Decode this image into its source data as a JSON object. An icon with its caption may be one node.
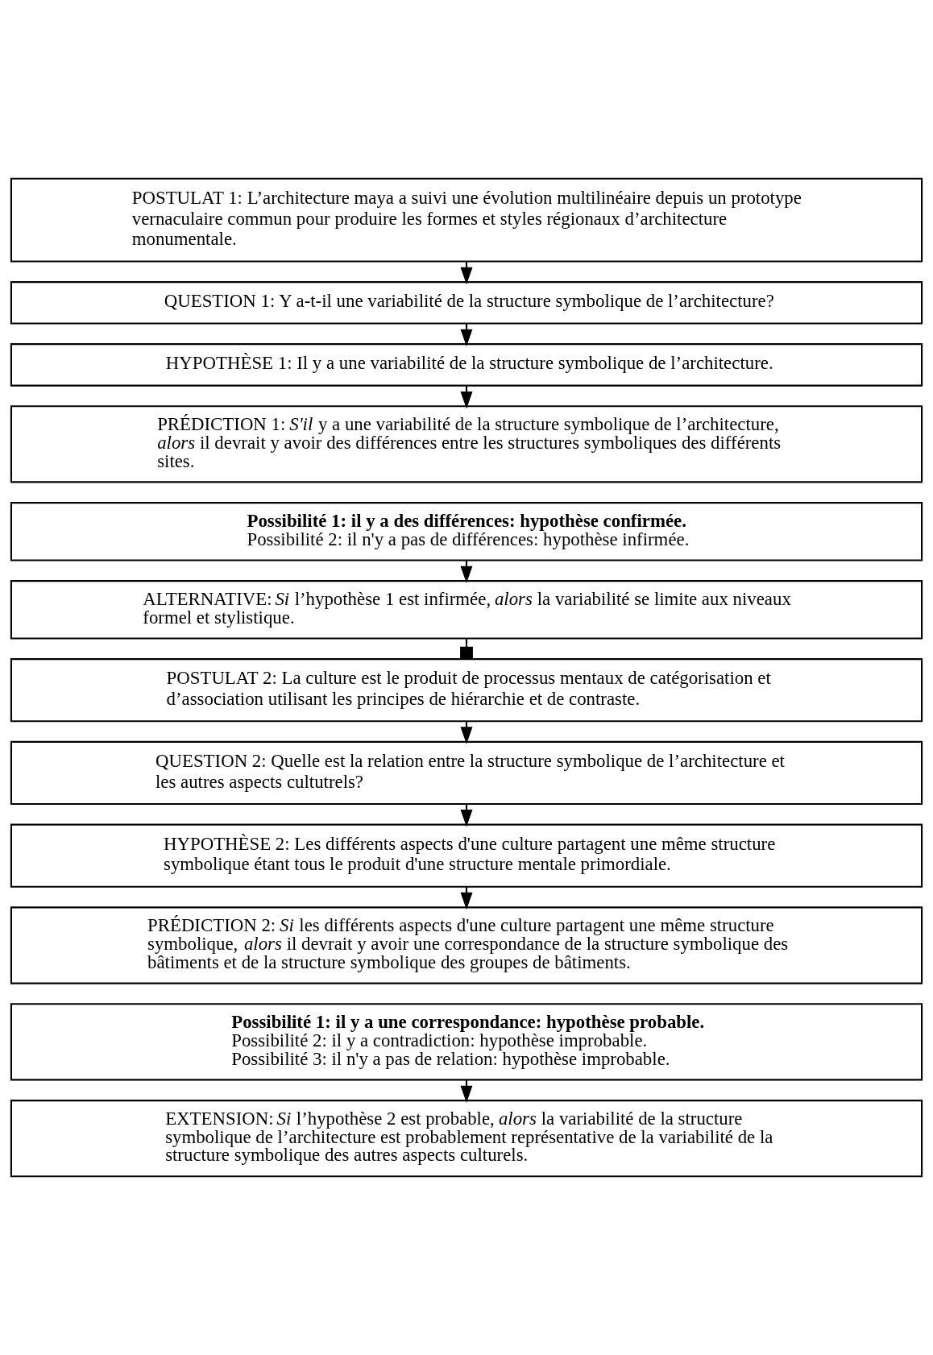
{
  "diagram": {
    "nodes": [
      {
        "text": [
          "POSTULAT 1: L’architecture maya a suivi une évolution multilinéaire depuis un prototype vernaculaire commun pour produire les formes et styles régionaux d’architecture monumentale."
        ]
      },
      {
        "text": [
          "QUESTION 1: Y a-t-il une variabilité de la structure symbolique de l’architecture?"
        ]
      },
      {
        "text": [
          "HYPOTHÈSE 1: Il y a une variabilité de la structure symbolique de l’architecture."
        ]
      },
      {
        "text": [
          "PRÉDICTION 1: *S'il* y a une variabilité de la structure symbolique de l’architecture, *alors* il devrait y avoir des différences entre les structures symboliques des différents sites."
        ]
      },
      {
        "text": [
          "**Possibilité 1: il y a des différences: hypothèse confirmée.**",
          "Possibilité 2: il n'y a pas de différences: hypothèse infirmée."
        ]
      },
      {
        "text": [
          "ALTERNATIVE: *Si* l’hypothèse 1 est infirmée, *alors* la variabilité se limite aux niveaux formel et stylistique."
        ]
      },
      {
        "text": [
          "POSTULAT 2: La culture est le produit de processus mentaux de catégorisation et d’association utilisant les principes de hiérarchie et de contraste."
        ]
      },
      {
        "text": [
          "QUESTION 2: Quelle est la relation entre la structure symbolique de l’architecture et les autres aspects cultutrels?"
        ]
      },
      {
        "text": [
          "HYPOTHÈSE 2: Les différents aspects d'une culture partagent une même structure symbolique étant tous le produit d'une structure mentale primordiale."
        ]
      },
      {
        "text": [
          "PRÉDICTION 2: *Si* les différents aspects d'une culture partagent une même structure symbolique, *alors* il devrait y avoir une correspondance de la structure symbolique des bâtiments et de la structure symbolique des groupes de bâtiments."
        ]
      },
      {
        "text": [
          "**Possibilité 1: il y a une correspondance: hypothèse probable.**",
          "Possibilité 2: il y a contradiction: hypothèse improbable.",
          "Possibilité 3: il n'y a pas de relation: hypothèse improbable."
        ]
      },
      {
        "text": [
          "EXTENSION: *Si* l’hypothèse 2 est probable, *alors* la variabilité de la structure symbolique de l’architecture est probablement représentative de la variabilité de la structure symbolique des autres aspects culturels."
        ]
      }
    ],
    "edges": [
      {
        "from": 0,
        "to": 1,
        "arrow": "to"
      },
      {
        "from": 1,
        "to": 2,
        "arrow": "to"
      },
      {
        "from": 2,
        "to": 3,
        "arrow": "to"
      },
      {
        "from": 4,
        "to": 5,
        "arrow": "to"
      },
      {
        "from": 5,
        "to": 6,
        "arrow": "other"
      },
      {
        "from": 6,
        "to": 7,
        "arrow": "to"
      },
      {
        "from": 7,
        "to": 8,
        "arrow": "to"
      },
      {
        "from": 8,
        "to": 9,
        "arrow": "to"
      },
      {
        "from": 10,
        "to": 11,
        "arrow": "to"
      }
    ]
  }
}
